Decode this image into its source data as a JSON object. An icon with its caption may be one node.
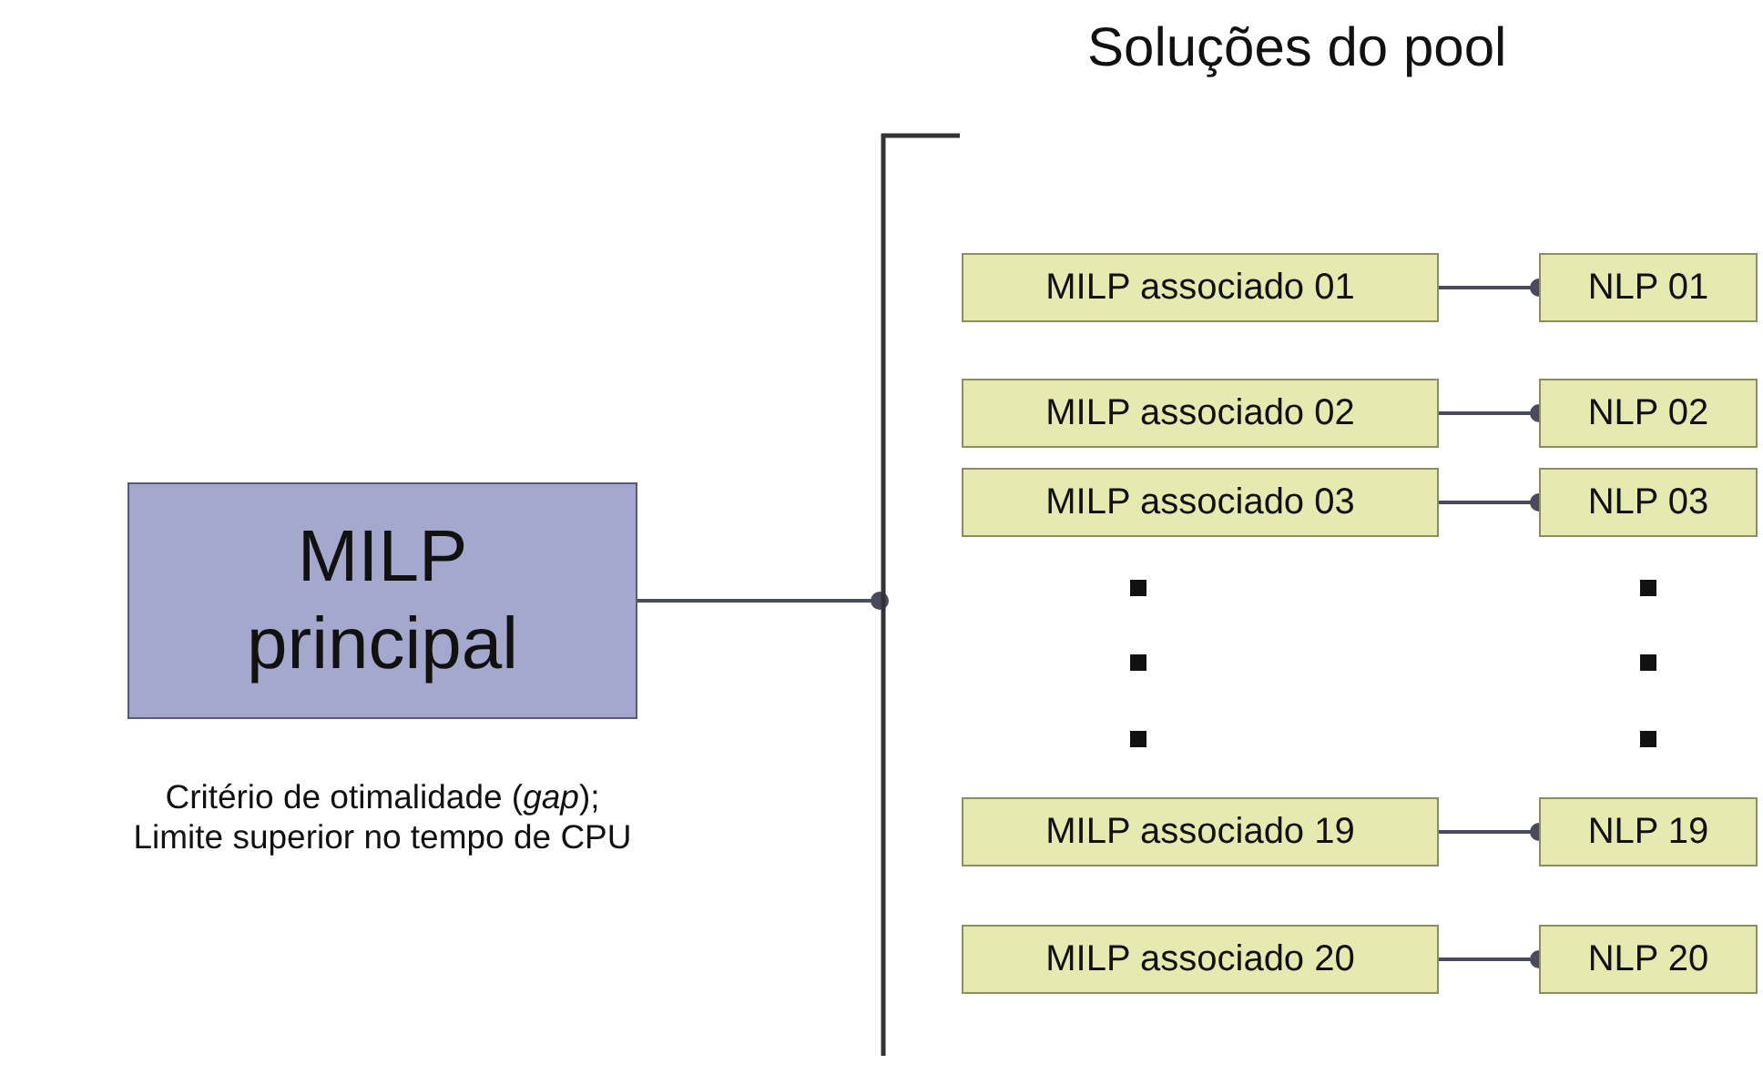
{
  "diagram": {
    "title": "Soluções do pool",
    "nodes": [
      {
        "text": [
          "MILP principal"
        ],
        "beside": [
          "Critério de otimalidade (*gap*);",
          "Limite superior no tempo de CPU"
        ]
      },
      {
        "text": [],
        "shape": "bar"
      },
      {
        "text": [
          "MILP associado 01"
        ]
      },
      {
        "text": [
          "NLP 01"
        ]
      },
      {
        "text": [
          "MILP associado 02"
        ]
      },
      {
        "text": [
          "NLP 02"
        ]
      },
      {
        "text": [
          "MILP associado 03"
        ]
      },
      {
        "text": [
          "NLP 03"
        ]
      },
      {
        "text": [
          "MILP associado 19"
        ]
      },
      {
        "text": [
          "NLP 19"
        ]
      },
      {
        "text": [
          "MILP associado 20"
        ]
      },
      {
        "text": [
          "NLP 20"
        ]
      }
    ],
    "edges": [
      {
        "from": 0,
        "to": 1,
        "arrow": "other"
      },
      {
        "from": 2,
        "to": 3,
        "arrow": "other"
      },
      {
        "from": 4,
        "to": 5,
        "arrow": "other"
      },
      {
        "from": 6,
        "to": 7,
        "arrow": "other"
      },
      {
        "from": 8,
        "to": 9,
        "arrow": "other"
      },
      {
        "from": 10,
        "to": 11,
        "arrow": "other"
      }
    ]
  }
}
